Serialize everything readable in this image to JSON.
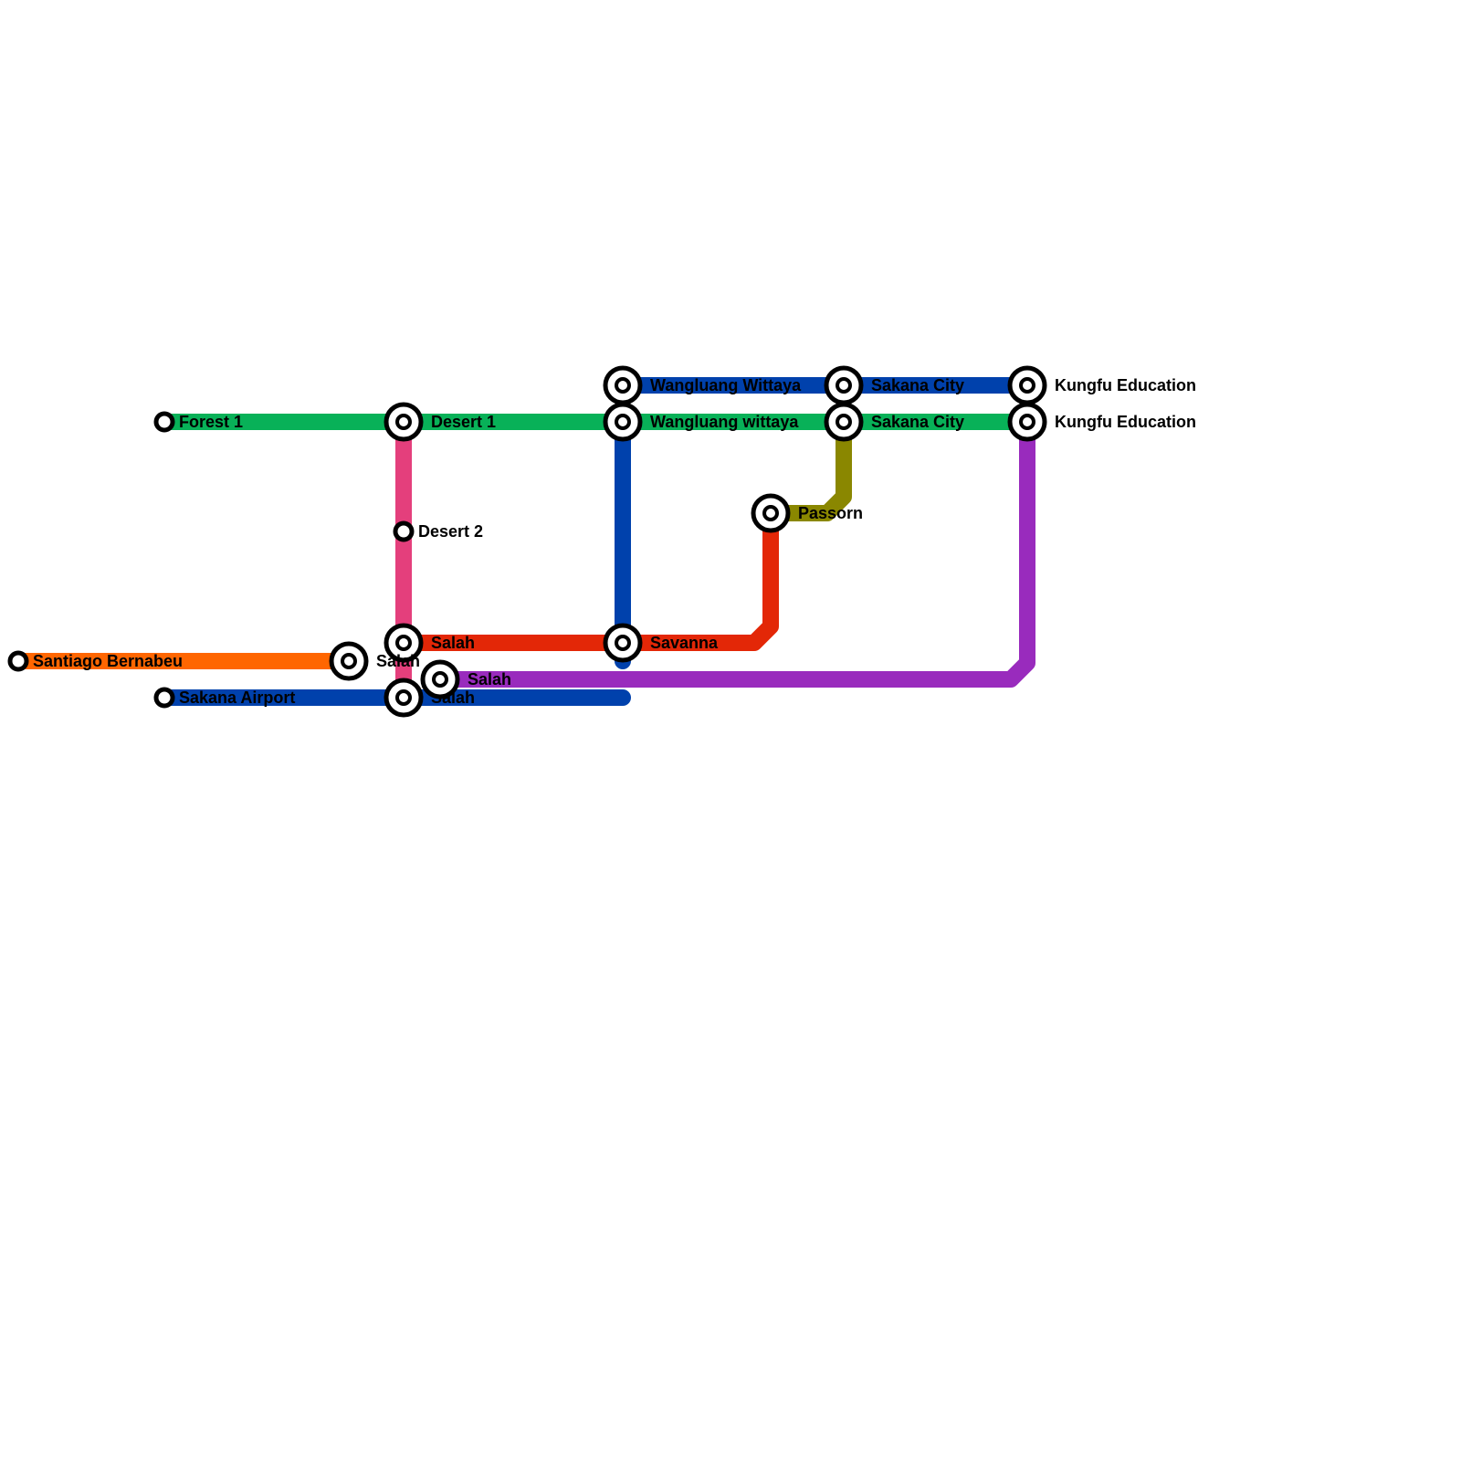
{
  "lines": {
    "green": {
      "color": "#08b158"
    },
    "pink": {
      "color": "#e43f7c"
    },
    "blue": {
      "color": "#0041ac"
    },
    "red": {
      "color": "#e32707"
    },
    "orange": {
      "color": "#ff6600"
    },
    "purple": {
      "color": "#992bbd"
    },
    "olive": {
      "color": "#8a8700"
    }
  },
  "stations": {
    "forest_1": {
      "label": "Forest 1"
    },
    "desert_1": {
      "label": "Desert 1"
    },
    "desert_2": {
      "label": "Desert 2"
    },
    "wangluang_wittaya_upper": {
      "label": "Wangluang Wittaya"
    },
    "wangluang_wittaya_lower": {
      "label": "Wangluang wittaya"
    },
    "sakana_city_upper": {
      "label": "Sakana City"
    },
    "sakana_city_lower": {
      "label": "Sakana City"
    },
    "kungfu_education_upper": {
      "label": "Kungfu Education"
    },
    "kungfu_education_lower": {
      "label": "Kungfu Education"
    },
    "passorn": {
      "label": "Passorn"
    },
    "salah_red": {
      "label": "Salah"
    },
    "savanna": {
      "label": "Savanna"
    },
    "santiago_bernabeu": {
      "label": "Santiago Bernabeu"
    },
    "salah_orange": {
      "label": "Salah"
    },
    "salah_purple": {
      "label": "Salah"
    },
    "sakana_airport": {
      "label": "Sakana Airport"
    },
    "salah_blue": {
      "label": "Salah"
    }
  }
}
